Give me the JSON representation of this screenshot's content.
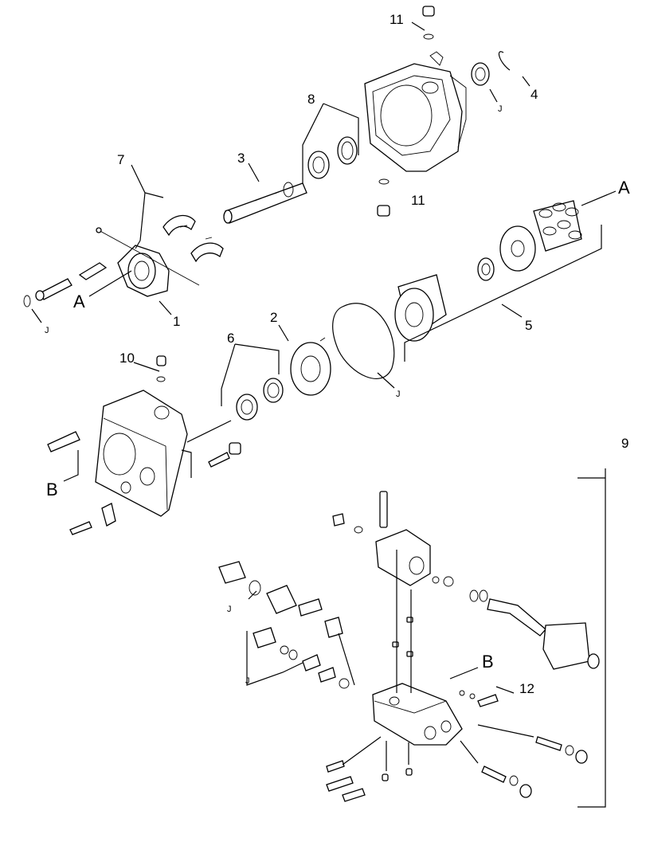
{
  "labels": {
    "l1": "1",
    "l2": "2",
    "l3": "3",
    "l4": "4",
    "l5": "5",
    "l6": "6",
    "l7": "7",
    "l8": "8",
    "l9": "9",
    "l10": "10",
    "l11a": "11",
    "l11b": "11",
    "l12": "12",
    "A1": "A",
    "A2": "A",
    "B1": "B",
    "B2": "B",
    "J1": "J",
    "J2": "J",
    "J3": "J",
    "J4": "J",
    "J5": "J"
  },
  "colors": {
    "ink": "#000000",
    "paper": "#ffffff"
  }
}
